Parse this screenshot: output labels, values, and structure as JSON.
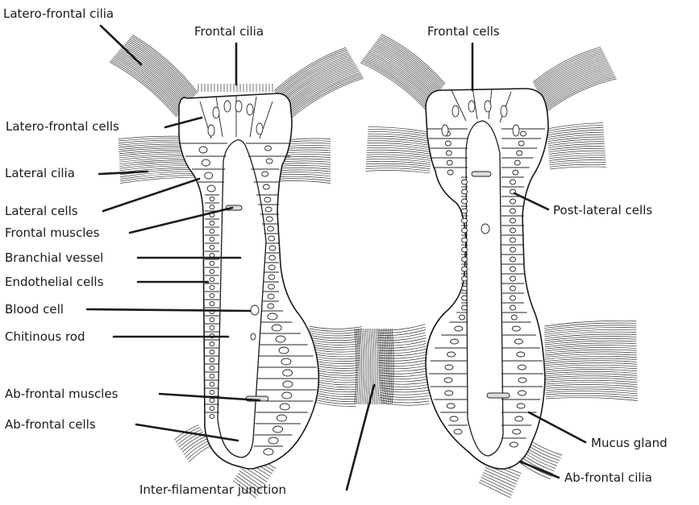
{
  "labels": {
    "latero_frontal_cilia": "Latero-frontal cilia",
    "frontal_cilia": "Frontal cilia",
    "frontal_cells": "Frontal cells",
    "latero_frontal_cells": "Latero-frontal cells",
    "lateral_cilia": "Lateral cilia",
    "lateral_cells": "Lateral cells",
    "frontal_muscles": "Frontal muscles",
    "branchial_vessel": "Branchial vessel",
    "endothelial_cells": "Endothelial cells",
    "blood_cell": "Blood cell",
    "chitinous_rod": "Chitinous rod",
    "ab_frontal_muscles": "Ab-frontal muscles",
    "ab_frontal_cells": "Ab-frontal cells",
    "post_lateral_cells": "Post-lateral cells",
    "mucus_gland": "Mucus gland",
    "ab_frontal_cilia": "Ab-frontal cilia",
    "inter_filamentar_junction": "Inter-filamentar junction"
  },
  "colors": {
    "ink": "#1a1a1a",
    "background": "#ffffff"
  }
}
